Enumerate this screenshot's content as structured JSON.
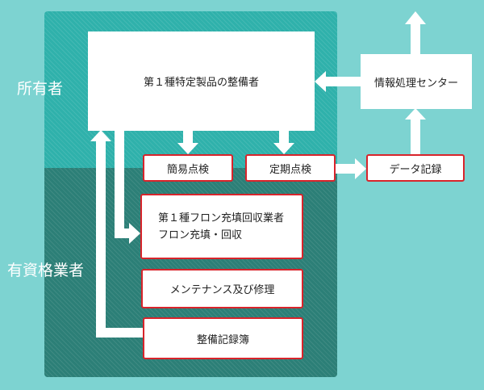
{
  "roles": {
    "owner": "所有者",
    "qualified_operator": "有資格業者"
  },
  "nodes": {
    "maintainer": "第１種特定製品の整備者",
    "info_center": "情報処理センター",
    "simple_inspection": "簡易点検",
    "periodic_inspection": "定期点検",
    "data_record": "データ記録",
    "freon_operator_line1": "第１種フロン充填回収業者",
    "freon_operator_line2": "フロン充填・回収",
    "maintenance_repair": "メンテナンス及び修理",
    "maintenance_log": "整備記録簿"
  },
  "colors": {
    "background": "#7dd3d1",
    "owner_panel": "#2fb1ab",
    "qualified_panel": "#2c7f77",
    "box_border": "#d8242b",
    "arrow": "#ffffff"
  }
}
